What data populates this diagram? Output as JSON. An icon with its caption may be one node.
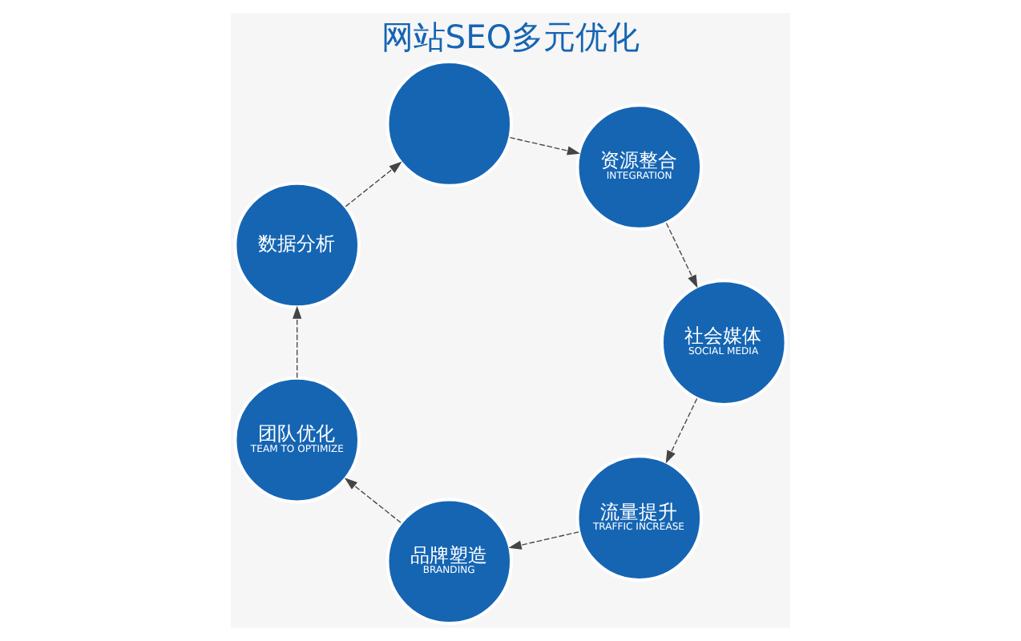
{
  "diagram": {
    "title": "网站SEO多元优化",
    "nodes": [
      {
        "text": [
          "流量提升",
          "TRAFFIC INCREASE"
        ]
      },
      {
        "text": [
          "品牌塑造",
          "BRANDING"
        ]
      },
      {
        "text": [
          "团队优化",
          "TEAM TO OPTIMIZE"
        ]
      },
      {
        "text": [
          "数据分析"
        ]
      },
      {
        "text": [],
        "shape": "circle"
      },
      {
        "text": [
          "资源整合",
          "INTEGRATION"
        ]
      },
      {
        "text": [
          "社会媒体",
          "SOCIAL MEDIA"
        ]
      }
    ],
    "edges": [
      {
        "from": 0,
        "to": 1,
        "arrow": "to",
        "style": "dashed"
      },
      {
        "from": 1,
        "to": 2,
        "arrow": "to",
        "style": "dashed"
      },
      {
        "from": 2,
        "to": 3,
        "arrow": "to",
        "style": "dashed"
      },
      {
        "from": 3,
        "to": 4,
        "arrow": "to",
        "style": "dashed"
      },
      {
        "from": 4,
        "to": 5,
        "arrow": "to",
        "style": "dashed"
      },
      {
        "from": 5,
        "to": 6,
        "arrow": "to",
        "style": "dashed"
      },
      {
        "from": 6,
        "to": 0,
        "arrow": "to",
        "style": "dashed"
      }
    ]
  }
}
